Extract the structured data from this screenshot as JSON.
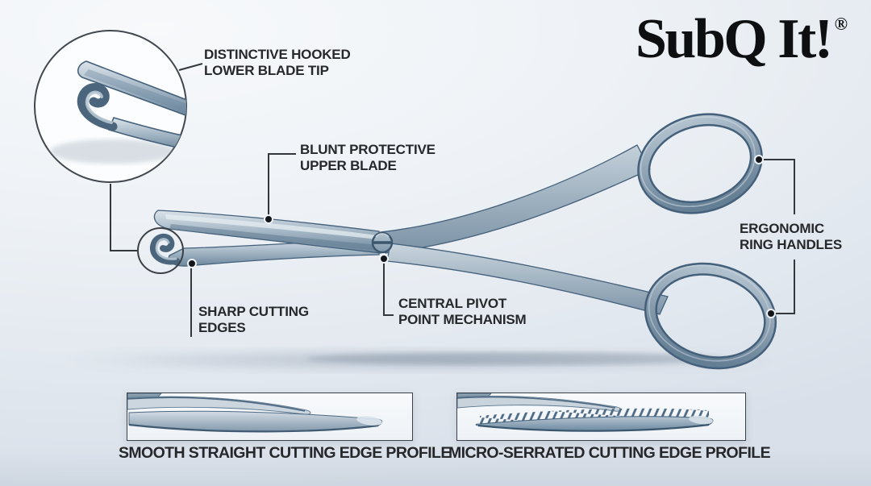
{
  "brand": {
    "name": "SubQ It!",
    "registered": "®"
  },
  "callouts": {
    "hooked_tip": {
      "line1": "DISTINCTIVE HOOKED",
      "line2": "LOWER BLADE TIP"
    },
    "blunt_blade": {
      "line1": "BLUNT PROTECTIVE",
      "line2": "UPPER BLADE"
    },
    "ring_handles": {
      "line1": "ERGONOMIC",
      "line2": "RING HANDLES"
    },
    "cutting_edges": {
      "line1": "SHARP CUTTING",
      "line2": "EDGES"
    },
    "pivot": {
      "line1": "CENTRAL PIVOT",
      "line2": "POINT MECHANISM"
    }
  },
  "insets": {
    "smooth_profile": {
      "caption": "SMOOTH STRAIGHT CUTTING EDGE PROFILE"
    },
    "serrated_profile": {
      "caption": "MICRO-SERRATED CUTTING EDGE PROFILE"
    }
  },
  "colors": {
    "steel_light": "#d9e2e9",
    "steel_mid": "#a3b6c5",
    "steel_dark": "#6d879c",
    "steel_outline": "#44607a",
    "label_text": "#26282b",
    "callout_line": "#33383d",
    "background_top": "#f7f9fb",
    "background_bottom": "#d9e0e9"
  }
}
